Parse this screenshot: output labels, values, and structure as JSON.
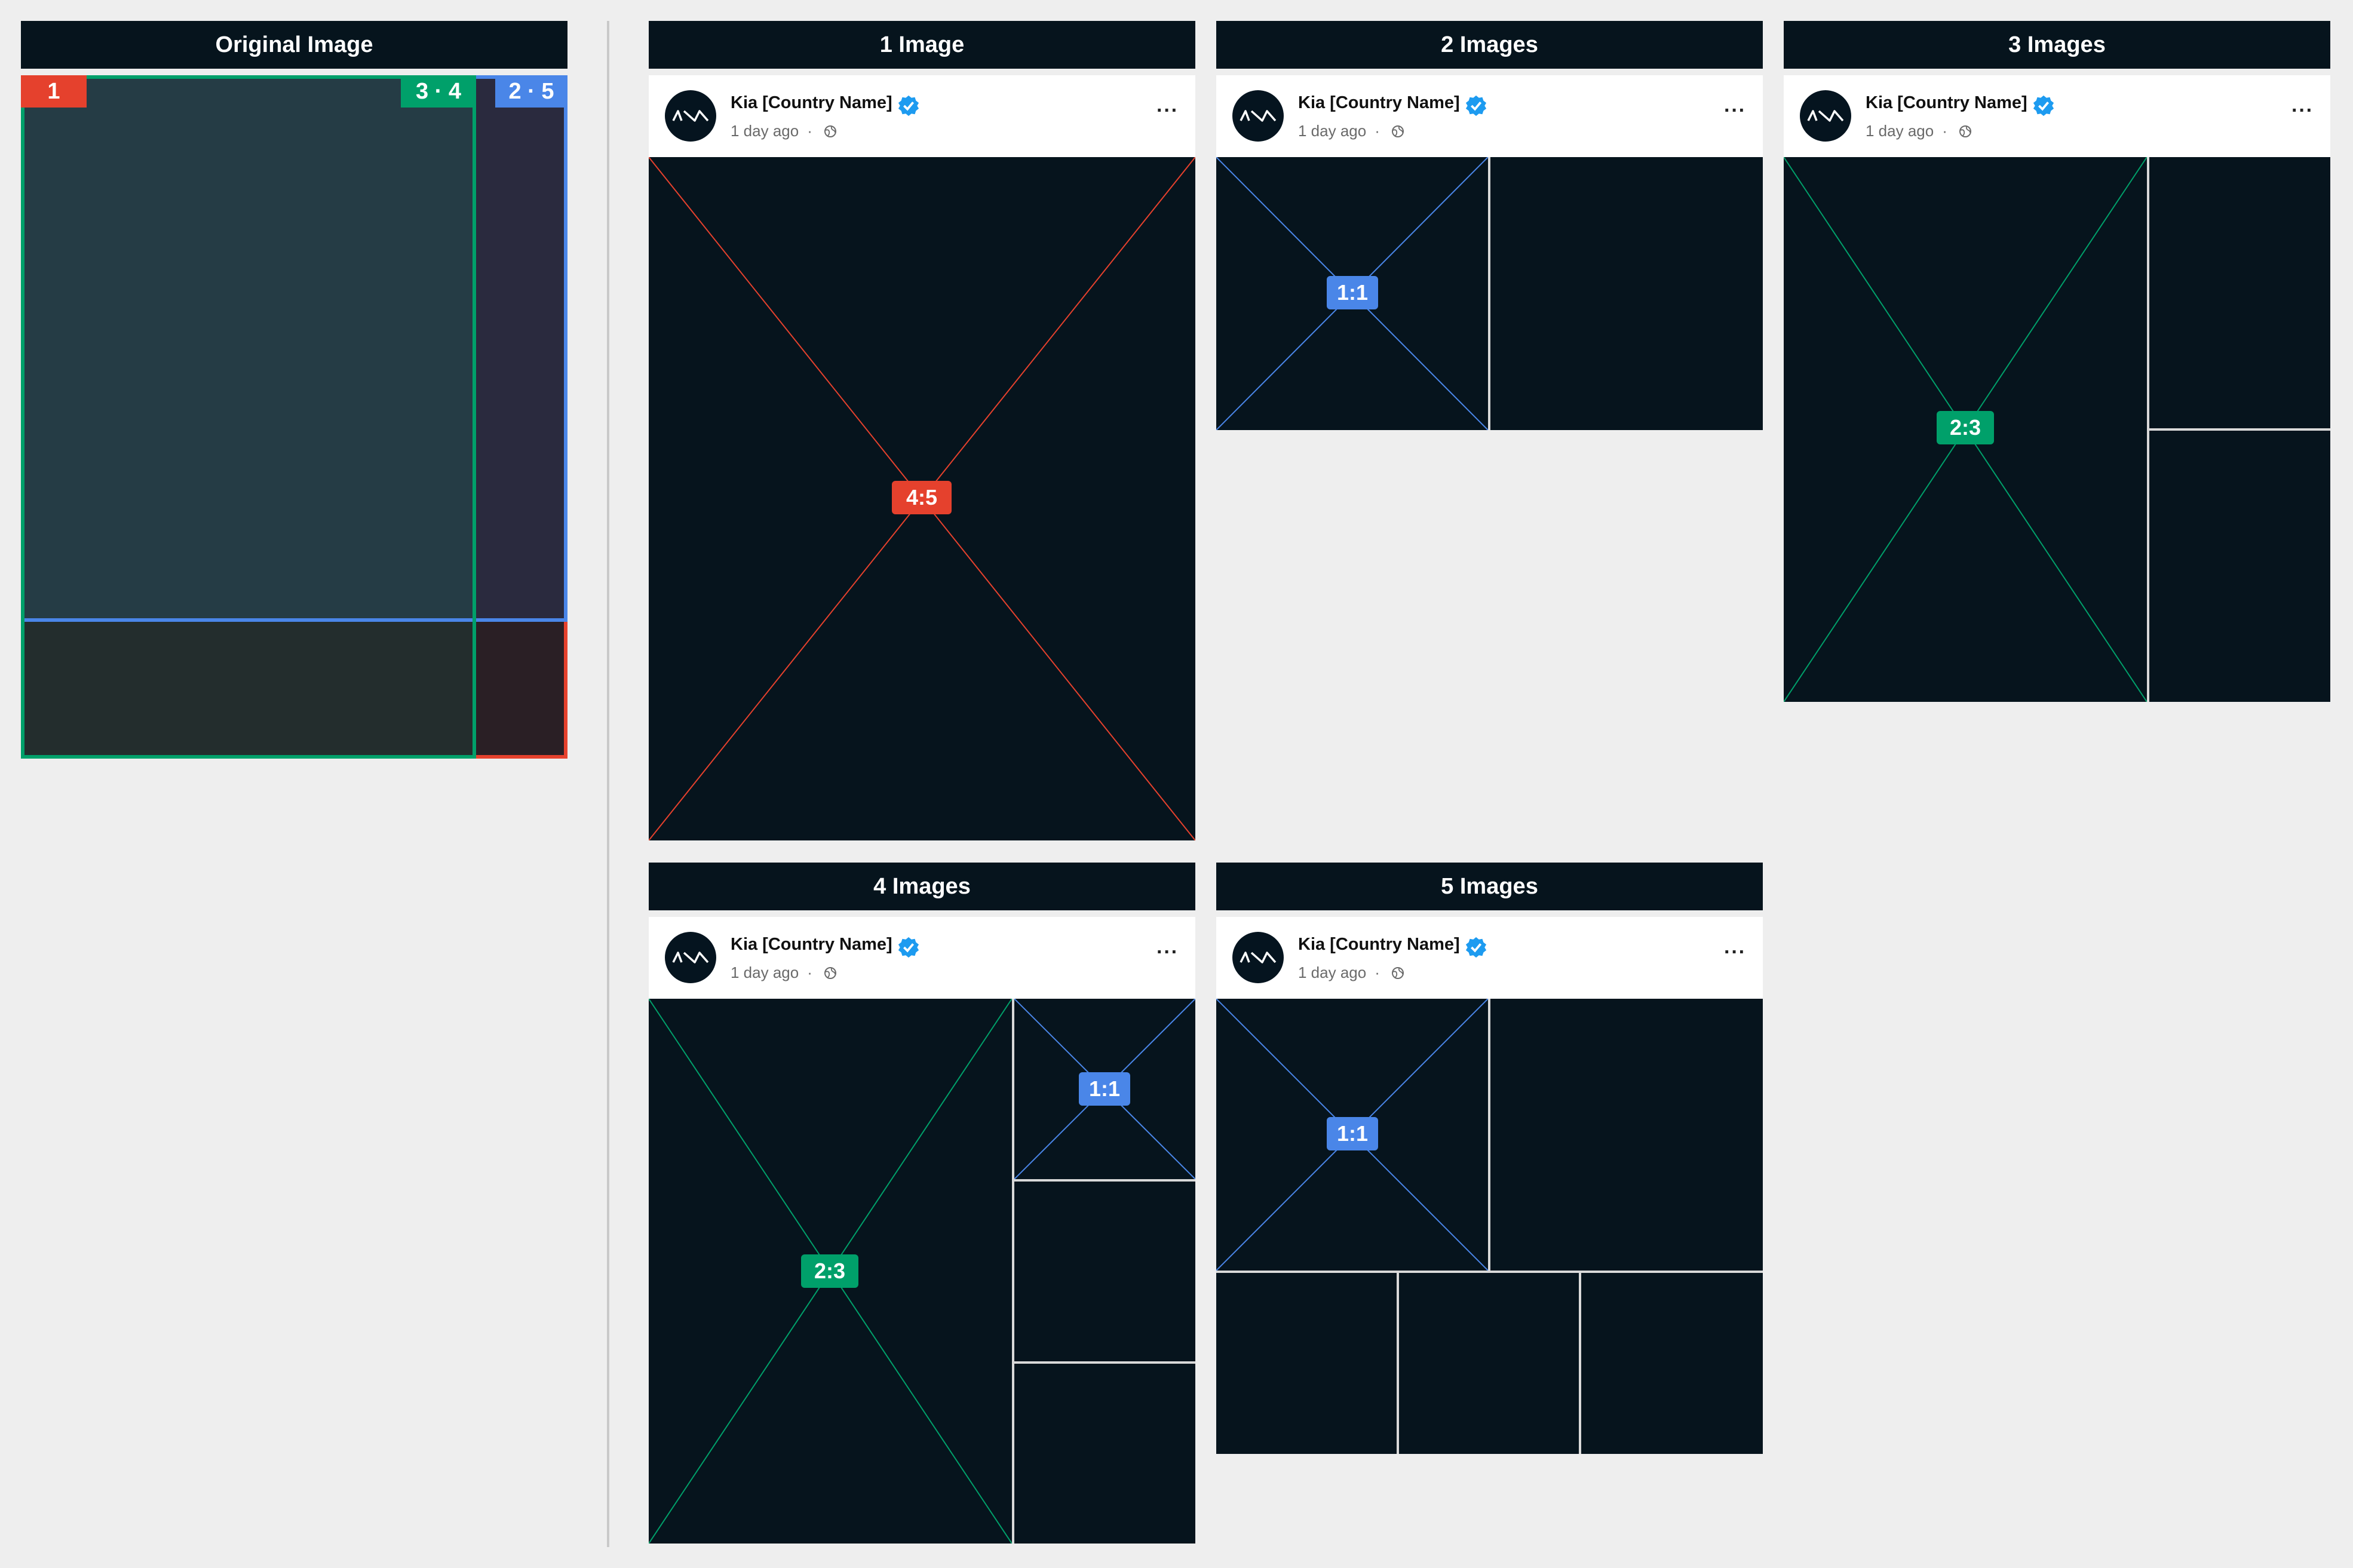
{
  "headers": {
    "original": "Original Image",
    "one": "1 Image",
    "two": "2 Images",
    "three": "3 Images",
    "four": "4 Images",
    "five": "5 Images"
  },
  "original": {
    "tags": {
      "t1": "1",
      "t34": "3 · 4",
      "t25": "2 · 5"
    },
    "colors": {
      "red": "#e5412d",
      "green": "#00a06a",
      "blue": "#4a86e8"
    }
  },
  "post": {
    "name": "Kia [Country Name]",
    "time": "1 day ago",
    "separator": "·",
    "more": "···",
    "icons": [
      "kia-logo-icon",
      "verified-badge-icon",
      "globe-icon",
      "more-icon"
    ]
  },
  "ratios": {
    "one": "4:5",
    "two": "1:1",
    "three": "2:3",
    "four_main": "2:3",
    "four_side": "1:1",
    "five": "1:1"
  }
}
